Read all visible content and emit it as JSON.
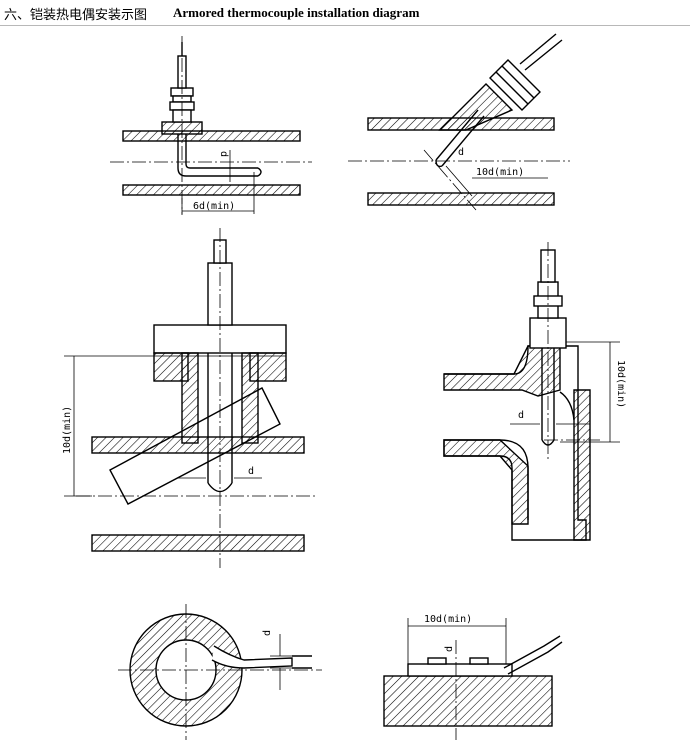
{
  "header": {
    "title_cn": "六、铠装热电偶安装示图",
    "title_en": "Armored thermocouple installation diagram"
  },
  "labels": {
    "d": "d",
    "six_d_min": "6d(min)",
    "ten_d_min": "10d(min)"
  }
}
